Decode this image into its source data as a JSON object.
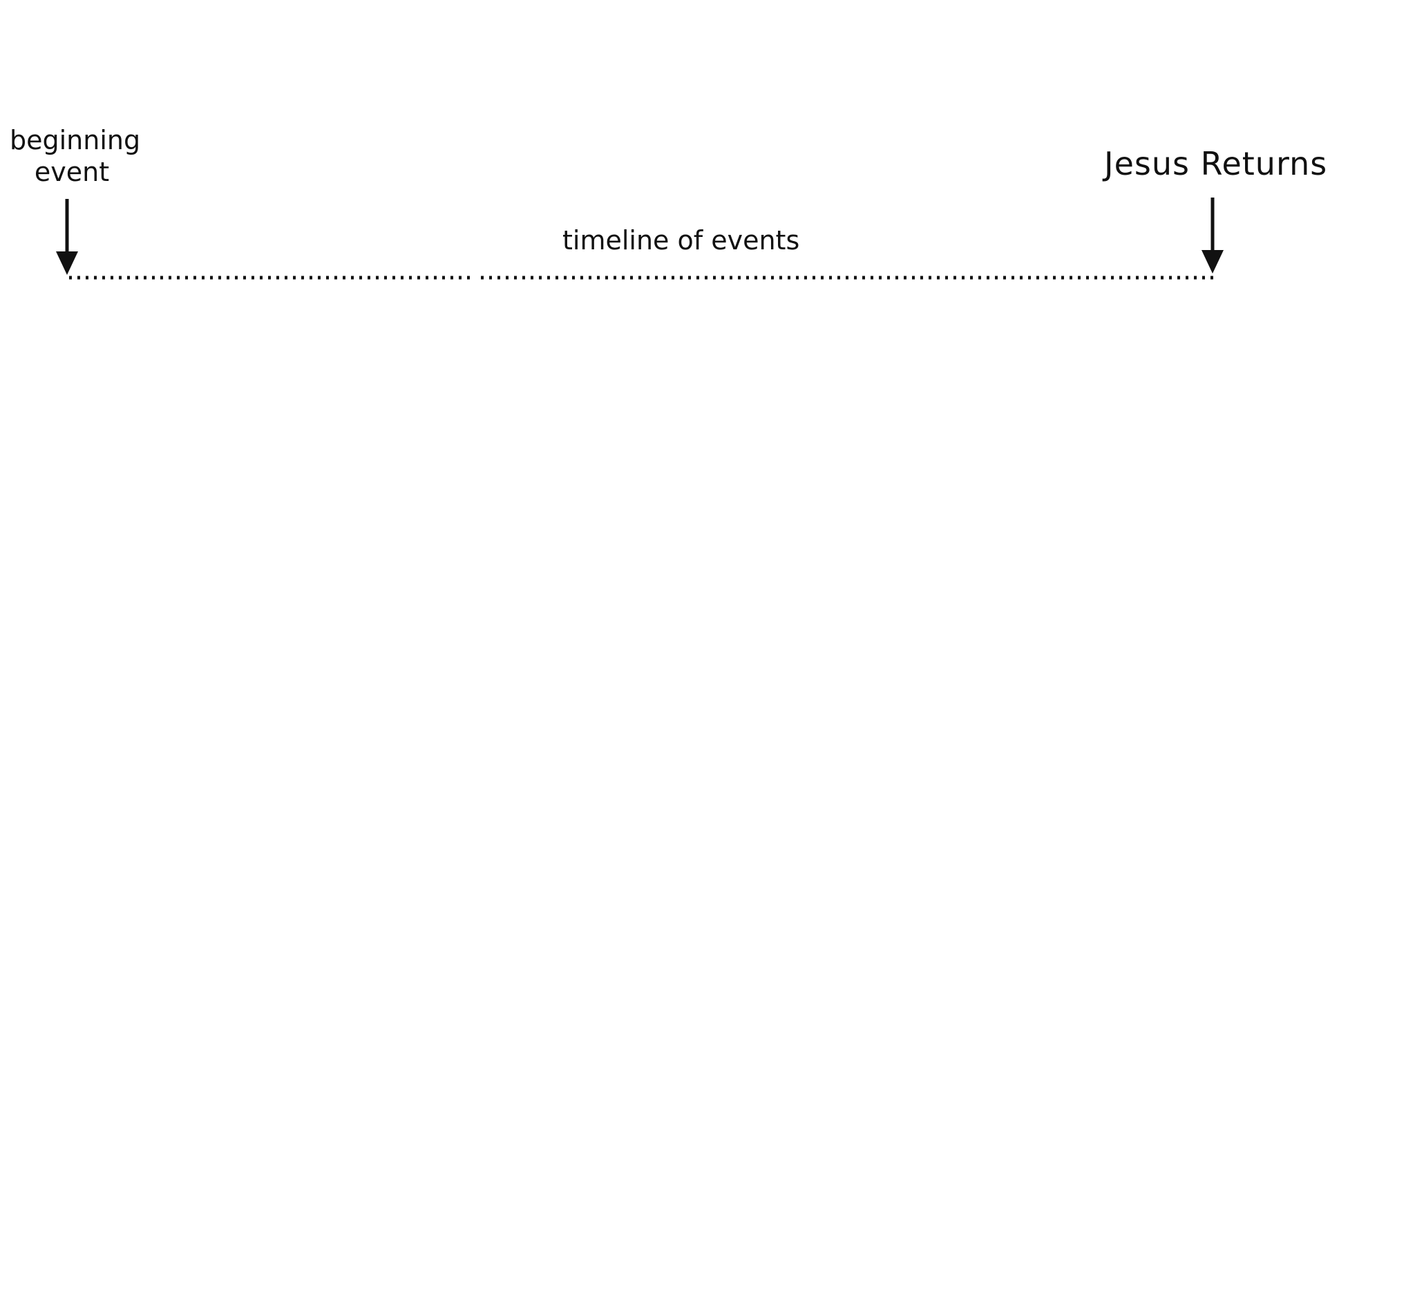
{
  "diagram": {
    "start_label_line1": "beginning",
    "start_label_line2": "event",
    "end_label": "Jesus Returns",
    "timeline_label": "timeline of events",
    "ink_color": "#111111",
    "background_color": "#ffffff"
  }
}
